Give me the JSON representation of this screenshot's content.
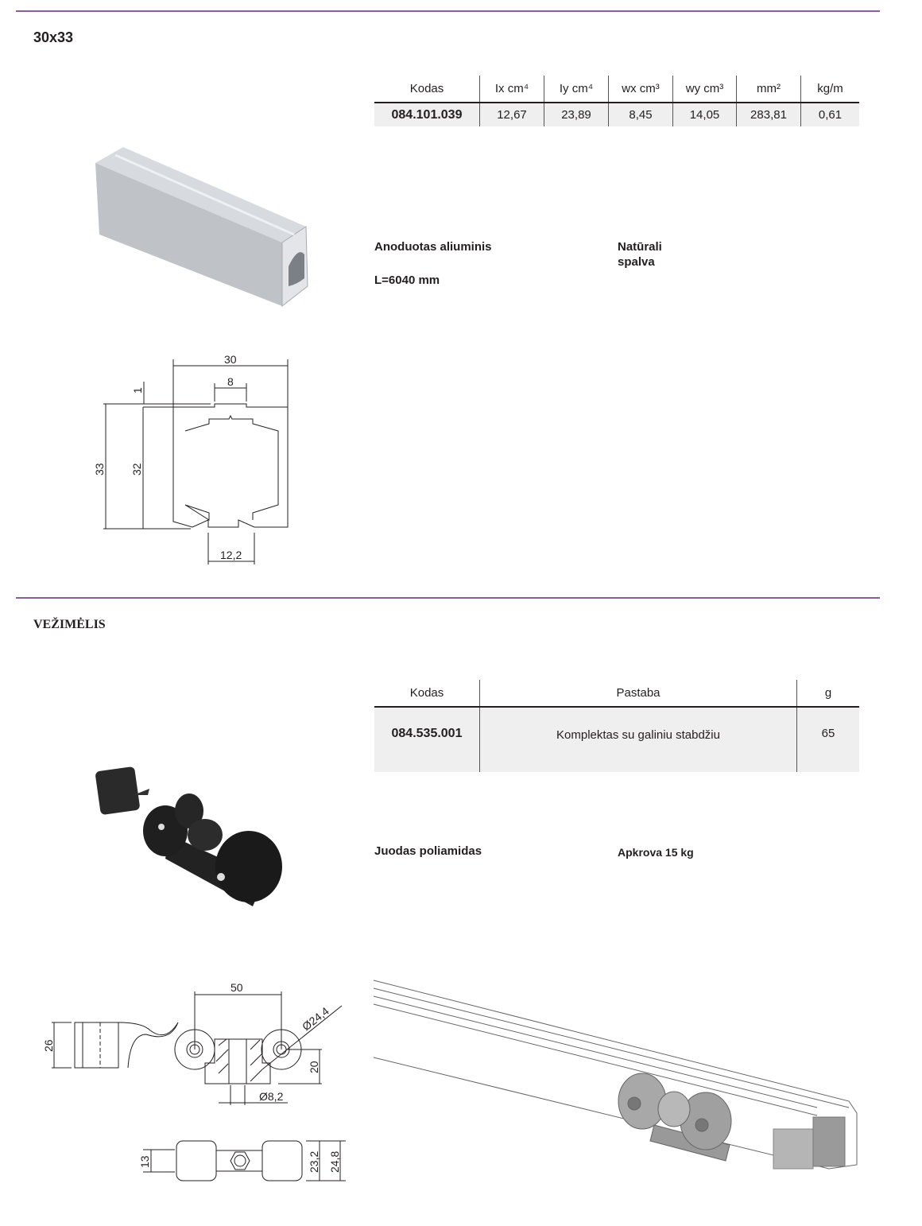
{
  "accent_color": "#8b5e9b",
  "section1": {
    "title": "30x33",
    "table": {
      "headers": [
        "Kodas",
        "Ix cm⁴",
        "Iy cm⁴",
        "wx cm³",
        "wy cm³",
        "mm²",
        "kg/m"
      ],
      "rows": [
        [
          "084.101.039",
          "12,67",
          "23,89",
          "8,45",
          "14,05",
          "283,81",
          "0,61"
        ]
      ]
    },
    "material": "Anoduotas aliuminis",
    "length": "L=6040 mm",
    "color_line1": "Natūrali",
    "color_line2": "spalva",
    "drawing_dims": {
      "width": "30",
      "groove": "8",
      "lip": "1",
      "height": "33",
      "inner_height": "32",
      "opening": "12,2"
    }
  },
  "section2": {
    "title": "VEŽIMĖLIS",
    "table": {
      "headers": [
        "Kodas",
        "Pastaba",
        "g"
      ],
      "rows": [
        [
          "084.535.001",
          "Komplektas su galiniu stabdžiu",
          "65"
        ]
      ]
    },
    "material": "Juodas poliamidas",
    "load": "Apkrova 15 kg",
    "drawing_dims": {
      "stop_height": "26",
      "wheel_spacing": "50",
      "wheel_diameter": "Ø24,4",
      "axle_height": "20",
      "bolt_diameter": "Ø8,2",
      "inner_width": "13",
      "wheel_width": "23,2",
      "total_width": "24,8"
    }
  }
}
